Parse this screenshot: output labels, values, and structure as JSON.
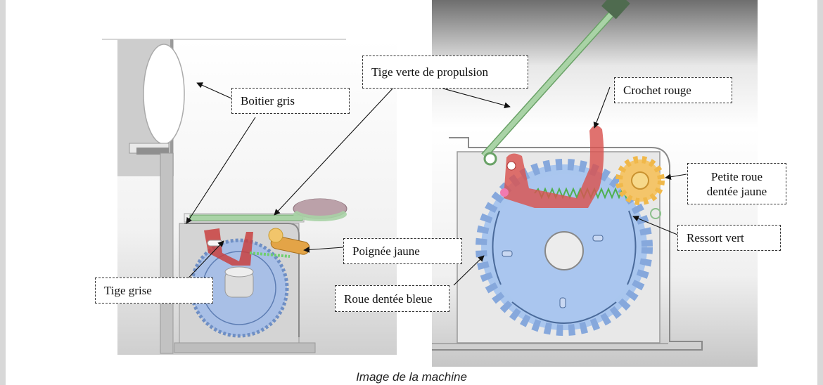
{
  "figure": {
    "caption": "Image de la machine",
    "labels": {
      "boitier_gris": "Boitier gris",
      "tige_verte": "Tige verte de propulsion",
      "crochet_rouge": "Crochet rouge",
      "petite_roue": "Petite roue dentée jaune",
      "ressort_vert": "Ressort vert",
      "poignee_jaune": "Poignée jaune",
      "roue_dentee_bleue": "Roue dentée bleue",
      "tige_grise": "Tige grise"
    },
    "colors": {
      "boitier": "#c9c9c9",
      "tige_verte": "#a9d3a6",
      "crochet": "#d9534f",
      "roue_jaune": "#f4c56a",
      "roue_bleue": "#a9c6ee",
      "ressort": "#5cb85c",
      "poignee": "#e0a040"
    }
  }
}
